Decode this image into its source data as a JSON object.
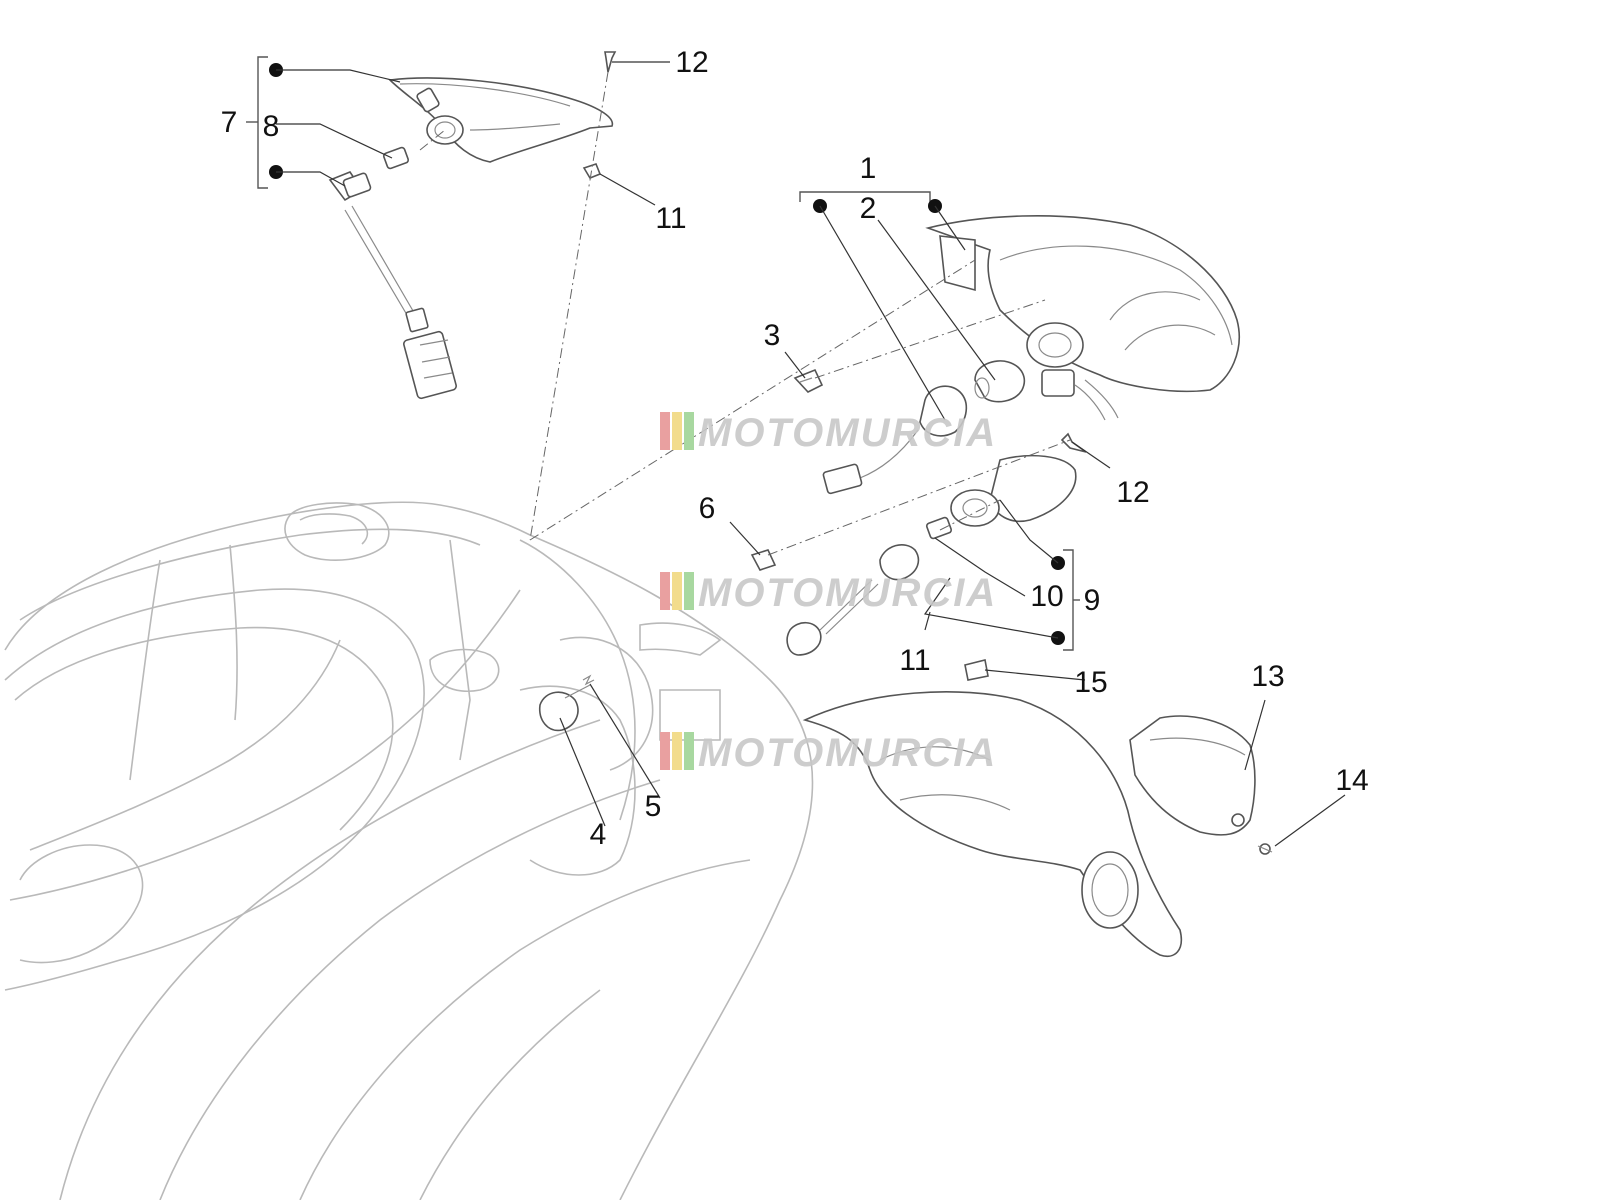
{
  "diagram": {
    "watermark": {
      "text": "MOTOMURCIA",
      "stripe_colors": [
        "#e9a0a0",
        "#f2dc8c",
        "#a8d8a0"
      ],
      "text_color": "#c8c8c8"
    },
    "callouts": [
      {
        "id": "c1",
        "label": "1"
      },
      {
        "id": "c2",
        "label": "2"
      },
      {
        "id": "c3",
        "label": "3"
      },
      {
        "id": "c4",
        "label": "4"
      },
      {
        "id": "c5",
        "label": "5"
      },
      {
        "id": "c6",
        "label": "6"
      },
      {
        "id": "c7",
        "label": "7"
      },
      {
        "id": "c8",
        "label": "8"
      },
      {
        "id": "c9",
        "label": "9"
      },
      {
        "id": "c10",
        "label": "10"
      },
      {
        "id": "c11a",
        "label": "11"
      },
      {
        "id": "c11b",
        "label": "11"
      },
      {
        "id": "c12a",
        "label": "12"
      },
      {
        "id": "c12b",
        "label": "12"
      },
      {
        "id": "c13",
        "label": "13"
      },
      {
        "id": "c14",
        "label": "14"
      },
      {
        "id": "c15",
        "label": "15"
      }
    ]
  }
}
